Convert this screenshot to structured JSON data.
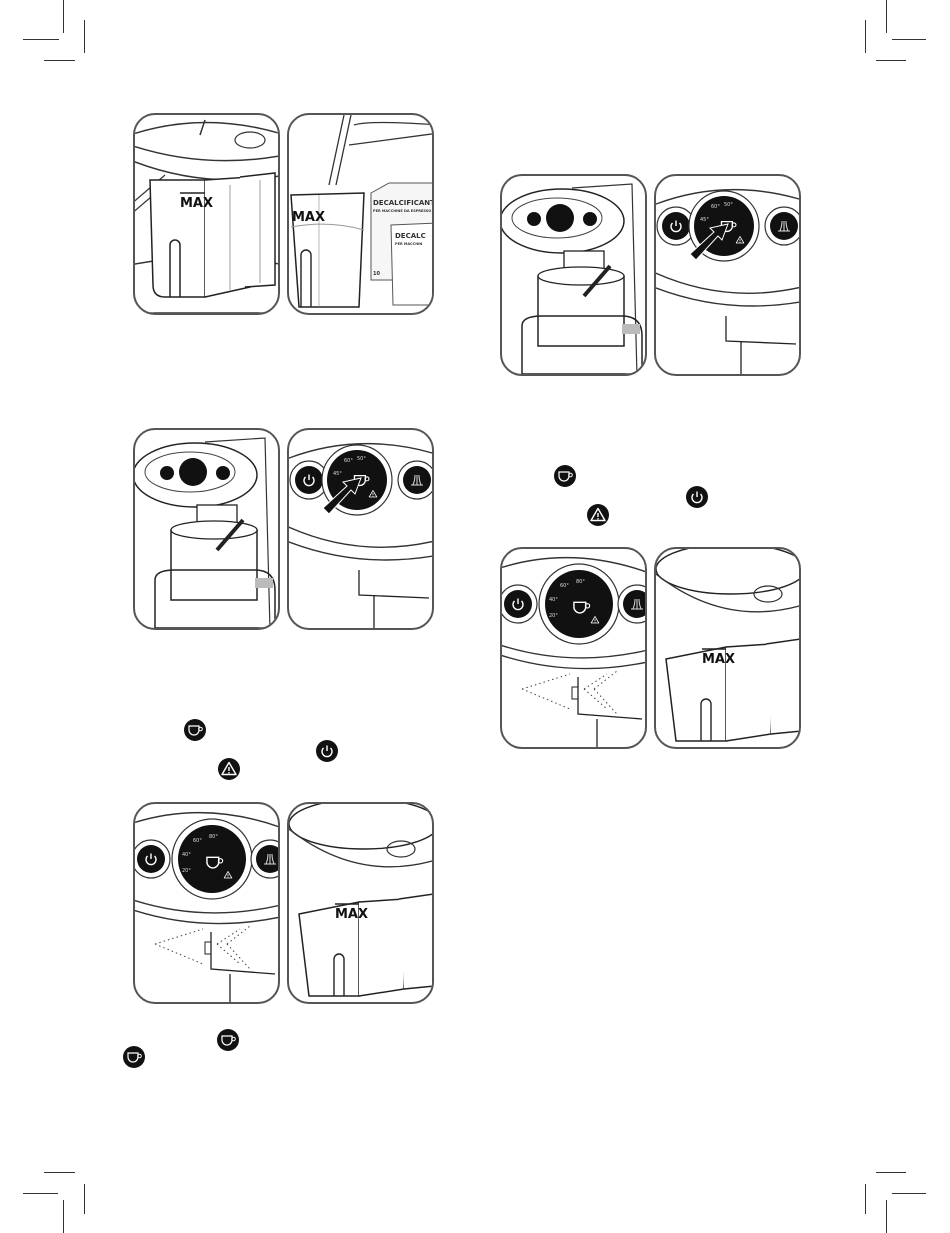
{
  "page": {
    "type": "instruction-manual-page",
    "sections": [
      {
        "id": "step-fill-tank",
        "panels": [
          "water-tank-max",
          "pour-descaler"
        ]
      },
      {
        "id": "step-select-cup",
        "panels": [
          "cup-under-spout",
          "press-cup-button"
        ]
      },
      {
        "id": "step-lights",
        "inline_icons": [
          "cup-icon",
          "power-icon",
          "warning-icon"
        ],
        "panels": [
          "panel-lights-drain",
          "remove-tank"
        ]
      },
      {
        "id": "step-end",
        "inline_icons": [
          "cup-icon",
          "cup-icon"
        ]
      },
      {
        "id": "step-right-cup",
        "panels": [
          "cup-under-spout",
          "press-cup-button"
        ]
      },
      {
        "id": "step-right-lights",
        "inline_icons": [
          "cup-icon",
          "power-icon",
          "warning-icon"
        ],
        "panels": [
          "panel-lights-drain",
          "remove-tank"
        ]
      }
    ]
  },
  "labels": {
    "tank_max": "MAX",
    "box_title": "DECALCIFICANTE",
    "box_subtitle": "PER MACCHINE DA ESPRESSO",
    "sachet_title": "DECALC",
    "sachet_subtitle": "PER MACCHIN",
    "box_count": "10"
  },
  "dial": {
    "labels_a": [
      "45°",
      "60°",
      "50°"
    ],
    "labels_b": [
      "20°",
      "40°",
      "60°",
      "80°"
    ],
    "icons": [
      "cup-small-icon",
      "steam-icon",
      "warning-icon"
    ]
  },
  "icons": {
    "cup": "cup-icon",
    "power": "power-icon",
    "warning": "warning-icon",
    "steam": "steam-icon",
    "arrow": "press-arrow-icon"
  }
}
